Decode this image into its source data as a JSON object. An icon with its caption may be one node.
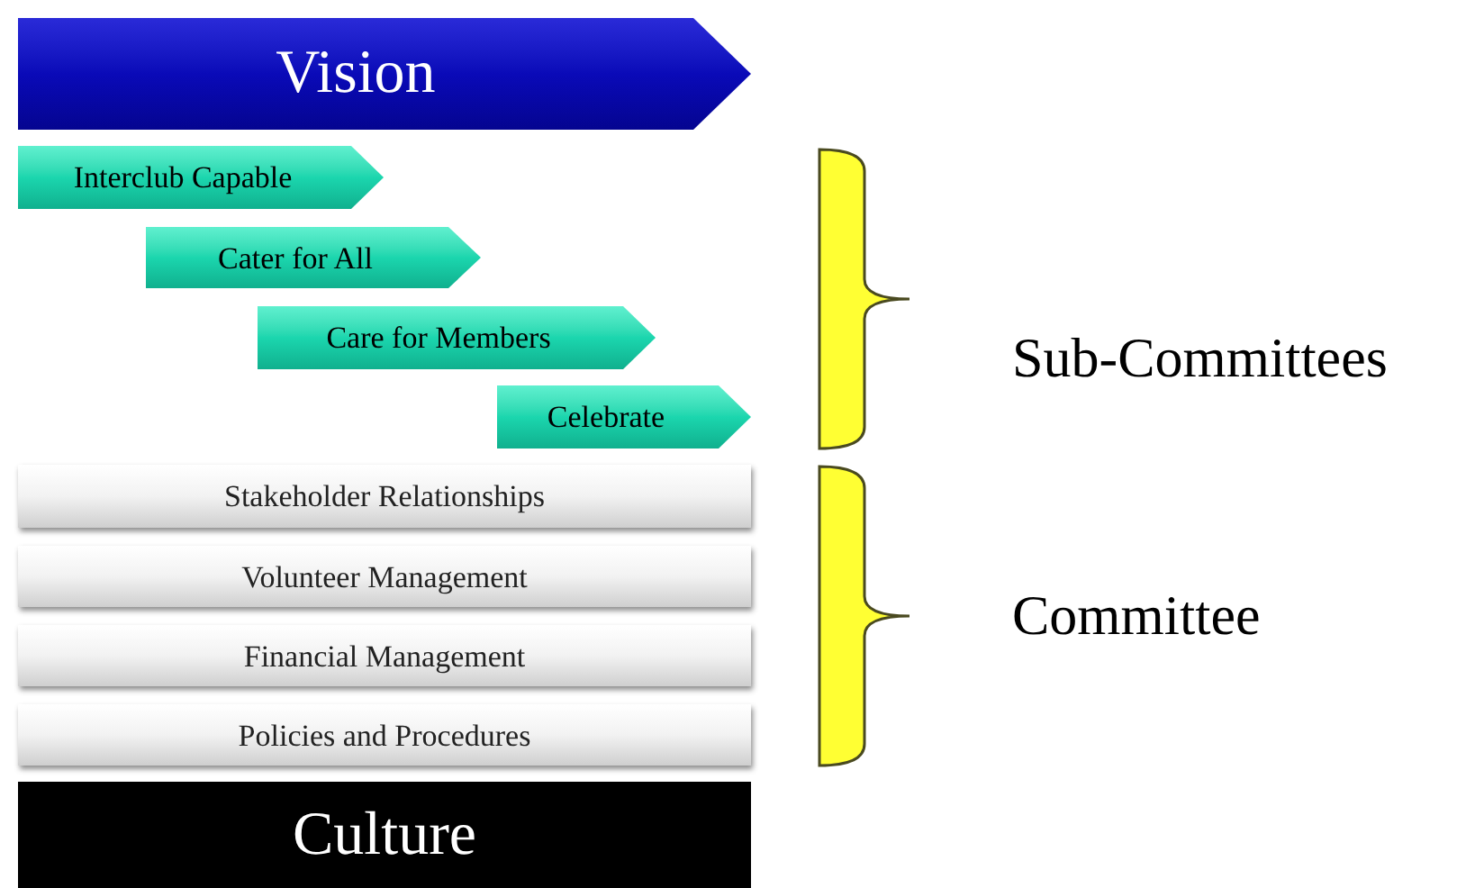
{
  "diagram": {
    "nodes": [
      {
        "text": [
          "Vision"
        ]
      },
      {
        "text": [
          "Interclub Capable"
        ]
      },
      {
        "text": [
          "Cater for All"
        ]
      },
      {
        "text": [
          "Care for Members"
        ]
      },
      {
        "text": [
          "Celebrate"
        ]
      },
      {
        "text": [
          "Stakeholder Relationships"
        ]
      },
      {
        "text": [
          "Volunteer Management"
        ]
      },
      {
        "text": [
          "Financial Management"
        ]
      },
      {
        "text": [
          "Policies and Procedures"
        ]
      },
      {
        "text": [
          "Culture"
        ]
      },
      {
        "text": [],
        "shape": "brace"
      },
      {
        "text": [],
        "shape": "brace"
      }
    ],
    "labels": [
      "Sub-Committees",
      "Committee"
    ]
  }
}
